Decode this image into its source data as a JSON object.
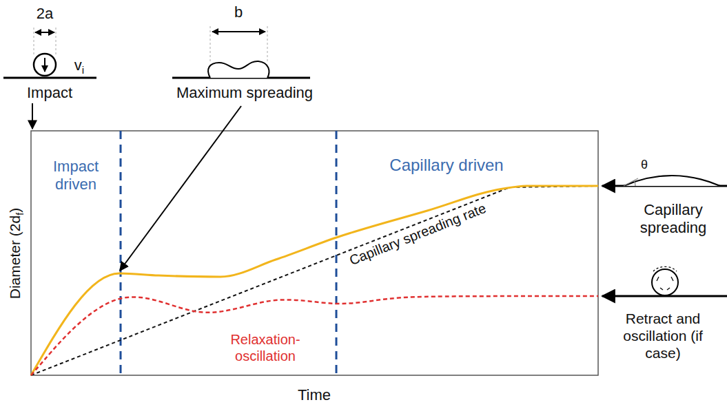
{
  "diagram": {
    "labels": [
      "2a",
      "v",
      "i",
      "Impact",
      "b",
      "Maximum spreading",
      "Impact driven",
      "Capillary driven",
      "Diameter (2d",
      "f",
      ")",
      "Capillary spreading rate",
      "Relaxation- oscillation",
      "Time",
      "θ",
      "Capillary spreading",
      "Retract and oscillation (if case)"
    ]
  }
}
